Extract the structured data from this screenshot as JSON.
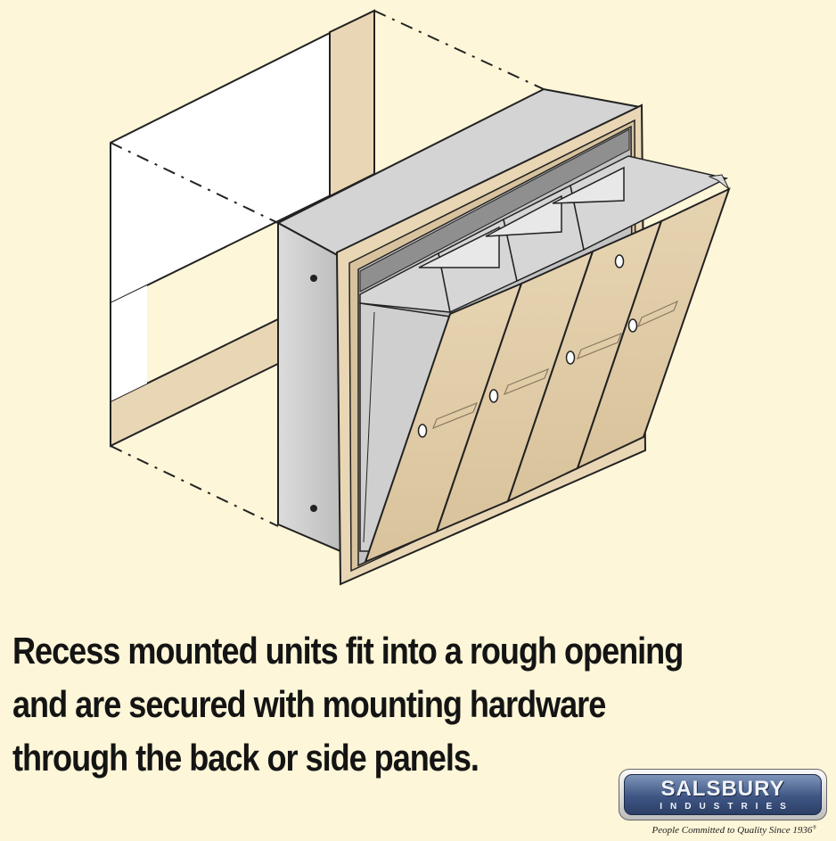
{
  "caption": {
    "line1": "Recess mounted units fit into a rough opening",
    "line2": "and are secured with mounting hardware",
    "line3": "through the back or side panels."
  },
  "logo": {
    "name": "SALSBURY",
    "sub": "INDUSTRIES",
    "tagline": "People Committed to Quality Since 1936",
    "mark": "®"
  },
  "colors": {
    "background": "#fdf6d8",
    "frame_tan": "#e8d5b5",
    "door_tan": "#ddc9a2",
    "steel": "#c8c8c8",
    "outline": "#2a2a2a",
    "logo_blue": "#3f5684"
  }
}
